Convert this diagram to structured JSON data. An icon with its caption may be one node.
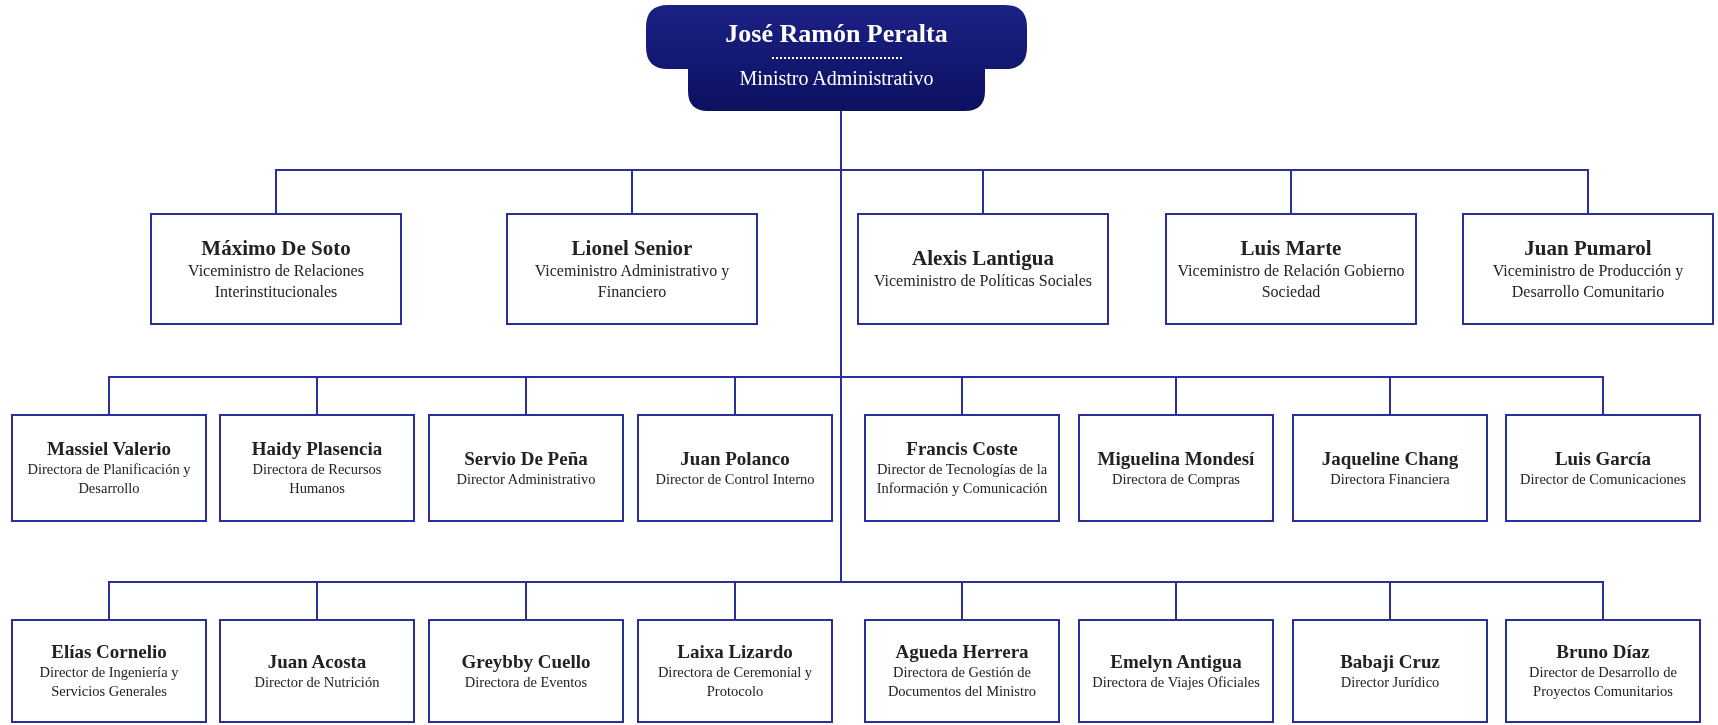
{
  "diagram": {
    "nodes": [
      {
        "text": [
          "José Ramón Peralta",
          "Ministro Administrativo"
        ]
      },
      {
        "text": [
          "Máximo De Soto",
          "Viceministro de Relaciones Interinstitucionales"
        ]
      },
      {
        "text": [
          "Lionel Senior",
          "Viceministro Administrativo y Financiero"
        ]
      },
      {
        "text": [
          "Alexis Lantigua",
          "Viceministro de Políticas Sociales"
        ]
      },
      {
        "text": [
          "Luis Marte",
          "Viceministro de Relación Gobierno Sociedad"
        ]
      },
      {
        "text": [
          "Juan Pumarol",
          "Viceministro de Producción y Desarrollo Comunitario"
        ]
      },
      {
        "text": [
          "Massiel Valerio",
          "Directora de Planificación y Desarrollo"
        ]
      },
      {
        "text": [
          "Haidy Plasencia",
          "Directora de Recursos Humanos"
        ]
      },
      {
        "text": [
          "Servio De Peña",
          "Director Administrativo"
        ]
      },
      {
        "text": [
          "Juan Polanco",
          "Director de Control Interno"
        ]
      },
      {
        "text": [
          "Francis Coste",
          "Director de Tecnologías de la Información y Comunicación"
        ]
      },
      {
        "text": [
          "Miguelina Mondesí",
          "Directora de Compras"
        ]
      },
      {
        "text": [
          "Jaqueline Chang",
          "Directora Financiera"
        ]
      },
      {
        "text": [
          "Luis García",
          "Director de Comunicaciones"
        ]
      },
      {
        "text": [
          "Elías Cornelio",
          "Director de Ingeniería y Servicios Generales"
        ]
      },
      {
        "text": [
          "Juan Acosta",
          "Director de Nutrición"
        ]
      },
      {
        "text": [
          "Greybby Cuello",
          "Directora de Eventos"
        ]
      },
      {
        "text": [
          "Laixa Lizardo",
          "Directora de Ceremonial y Protocolo"
        ]
      },
      {
        "text": [
          "Agueda Herrera",
          "Directora de Gestión de Documentos del Ministro"
        ]
      },
      {
        "text": [
          "Emelyn Antigua",
          "Directora de Viajes Oficiales"
        ]
      },
      {
        "text": [
          "Babaji Cruz",
          "Director Jurídico"
        ]
      },
      {
        "text": [
          "Bruno Díaz",
          "Director de Desarrollo de Proyectos Comunitarios"
        ]
      }
    ],
    "edges": [
      {
        "from": 0,
        "to": 1,
        "arrow": "none"
      },
      {
        "from": 0,
        "to": 2,
        "arrow": "none"
      },
      {
        "from": 0,
        "to": 3,
        "arrow": "none"
      },
      {
        "from": 0,
        "to": 4,
        "arrow": "none"
      },
      {
        "from": 0,
        "to": 5,
        "arrow": "none"
      },
      {
        "from": 0,
        "to": 6,
        "arrow": "none"
      },
      {
        "from": 0,
        "to": 7,
        "arrow": "none"
      },
      {
        "from": 0,
        "to": 8,
        "arrow": "none"
      },
      {
        "from": 0,
        "to": 9,
        "arrow": "none"
      },
      {
        "from": 0,
        "to": 10,
        "arrow": "none"
      },
      {
        "from": 0,
        "to": 11,
        "arrow": "none"
      },
      {
        "from": 0,
        "to": 12,
        "arrow": "none"
      },
      {
        "from": 0,
        "to": 13,
        "arrow": "none"
      },
      {
        "from": 0,
        "to": 14,
        "arrow": "none"
      },
      {
        "from": 0,
        "to": 15,
        "arrow": "none"
      },
      {
        "from": 0,
        "to": 16,
        "arrow": "none"
      },
      {
        "from": 0,
        "to": 17,
        "arrow": "none"
      },
      {
        "from": 0,
        "to": 18,
        "arrow": "none"
      },
      {
        "from": 0,
        "to": 19,
        "arrow": "none"
      },
      {
        "from": 0,
        "to": 20,
        "arrow": "none"
      },
      {
        "from": 0,
        "to": 21,
        "arrow": "none"
      }
    ]
  }
}
